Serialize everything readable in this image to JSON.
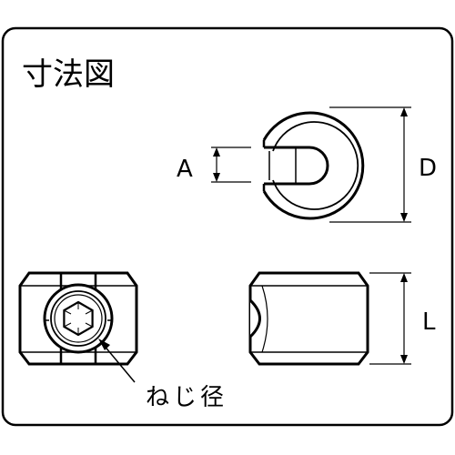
{
  "title": "寸法図",
  "labels": {
    "A": "A",
    "D": "D",
    "L": "L",
    "thread": "ねじ径"
  },
  "colors": {
    "stroke": "#000000",
    "background": "#ffffff"
  }
}
